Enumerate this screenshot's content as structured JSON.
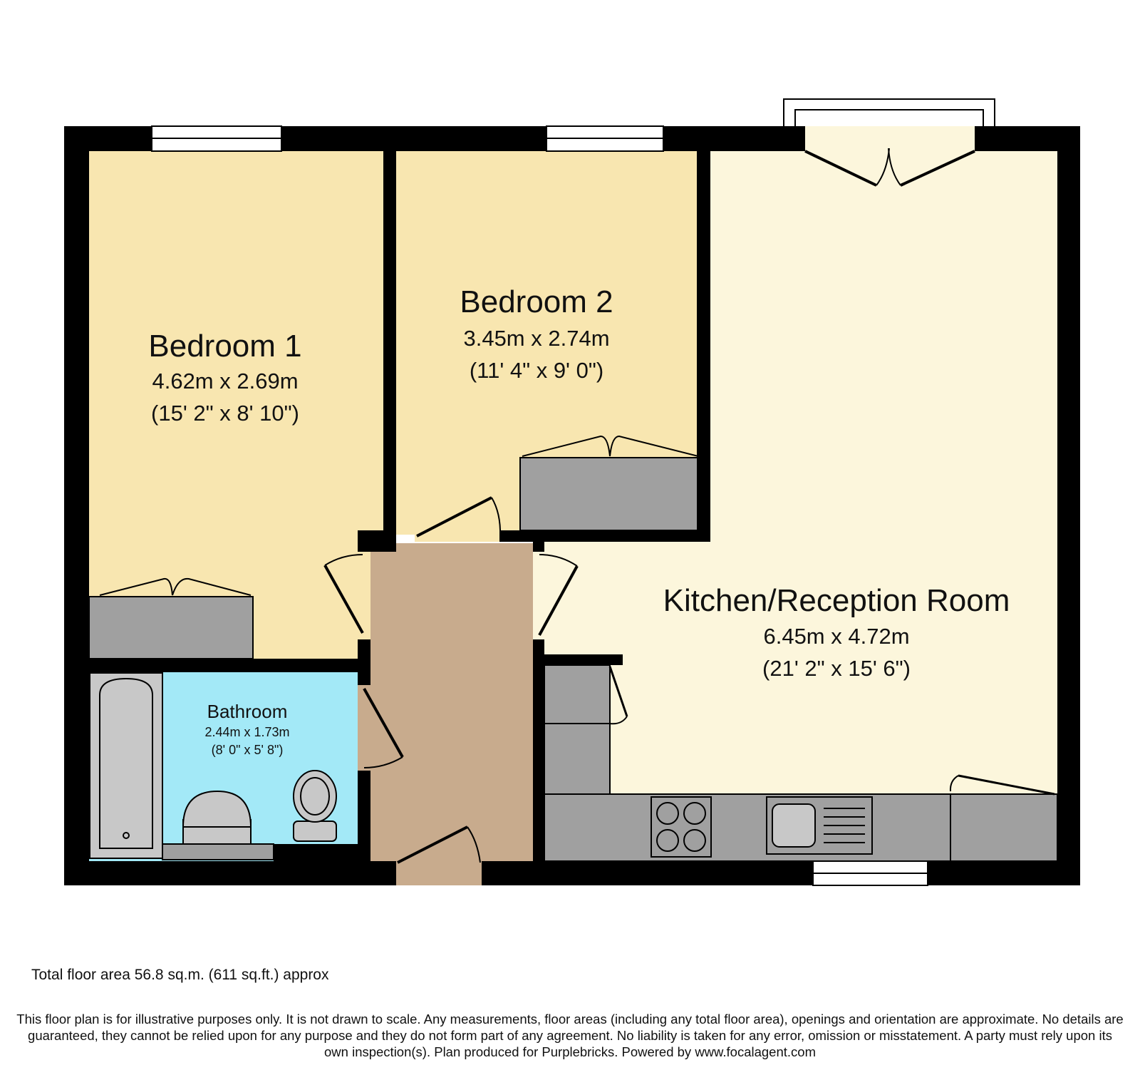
{
  "rooms": {
    "bedroom1": {
      "name": "Bedroom 1",
      "metric": "4.62m x 2.69m",
      "imperial": "(15' 2\" x 8' 10\")"
    },
    "bedroom2": {
      "name": "Bedroom 2",
      "metric": "3.45m x 2.74m",
      "imperial": "(11' 4\" x 9' 0\")"
    },
    "kitchen": {
      "name": "Kitchen/Reception Room",
      "metric": "6.45m x 4.72m",
      "imperial": "(21' 2\" x 15' 6\")"
    },
    "bathroom": {
      "name": "Bathroom",
      "metric": "2.44m x 1.73m",
      "imperial": "(8' 0\" x 5' 8\")"
    }
  },
  "footer": {
    "total_area": "Total floor area 56.8 sq.m. (611 sq.ft.) approx",
    "disclaimer": "This floor plan is for illustrative purposes only. It is not drawn to scale. Any measurements, floor areas (including any total floor area), openings and orientation are approximate. No details are guaranteed, they cannot be relied upon for any purpose and they do not form part of any agreement. No liability is taken for any error, omission or misstatement. A party must rely upon its own inspection(s). Plan produced for Purplebricks. Powered by www.focalagent.com"
  },
  "colors": {
    "wall": "#000000",
    "bedroom_fill": "#f8e6b0",
    "kitchen_fill": "#fcf6dc",
    "bathroom_fill": "#a3e9f7",
    "hall_fill": "#c8ab8d",
    "fixture_fill": "#a0a0a0"
  }
}
